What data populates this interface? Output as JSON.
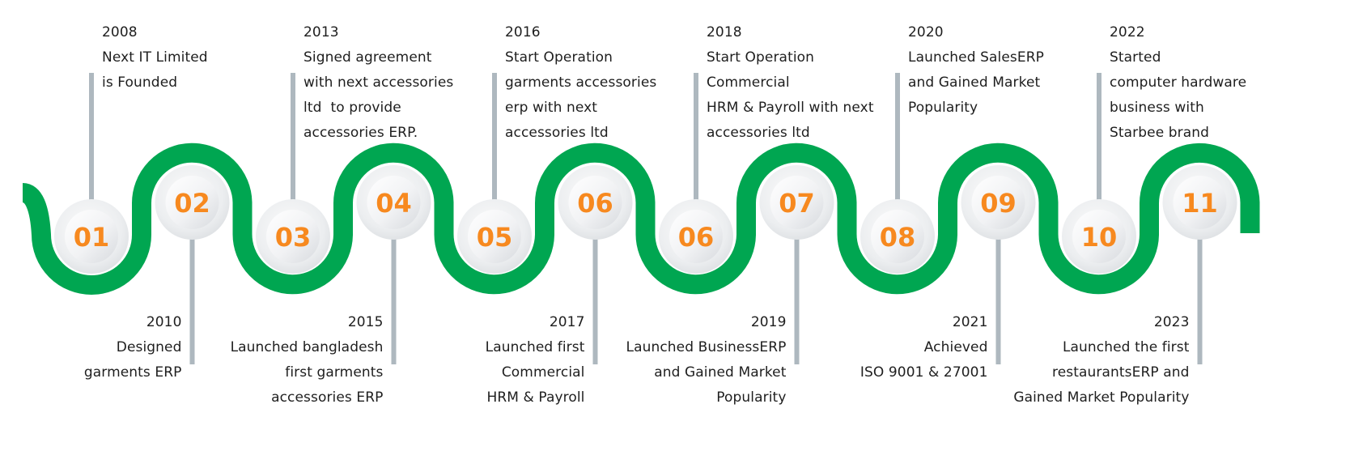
{
  "colors": {
    "path": "#00a651",
    "stem": "#aeb8bf",
    "number": "#f7891f",
    "text": "#1e1e1e"
  },
  "milestones": [
    {
      "number": "01",
      "position": "top",
      "year": "2008",
      "lines": [
        "Next IT Limited",
        "is Founded"
      ]
    },
    {
      "number": "02",
      "position": "bottom",
      "year": "2010",
      "lines": [
        "Designed",
        "garments ERP"
      ]
    },
    {
      "number": "03",
      "position": "top",
      "year": "2013",
      "lines": [
        "Signed agreement",
        "with next accessories",
        "ltd  to provide",
        "accessories ERP."
      ]
    },
    {
      "number": "04",
      "position": "bottom",
      "year": "2015",
      "lines": [
        "Launched bangladesh",
        "first garments",
        "accessories ERP"
      ]
    },
    {
      "number": "05",
      "position": "top",
      "year": "2016",
      "lines": [
        "Start Operation",
        "garments accessories",
        "erp with next",
        "accessories ltd"
      ]
    },
    {
      "number": "06",
      "position": "bottom",
      "year": "2017",
      "lines": [
        "Launched first",
        "Commercial",
        "HRM & Payroll"
      ]
    },
    {
      "number": "06",
      "position": "top",
      "year": "2018",
      "lines": [
        "Start Operation",
        "Commercial",
        "HRM & Payroll with next",
        "accessories ltd"
      ]
    },
    {
      "number": "07",
      "position": "bottom",
      "year": "2019",
      "lines": [
        "Launched BusinessERP",
        "and Gained Market",
        "Popularity"
      ]
    },
    {
      "number": "08",
      "position": "top",
      "year": "2020",
      "lines": [
        "Launched SalesERP",
        "and Gained Market",
        "Popularity"
      ]
    },
    {
      "number": "09",
      "position": "bottom",
      "year": "2021",
      "lines": [
        "Achieved",
        "ISO 9001 & 27001"
      ]
    },
    {
      "number": "10",
      "position": "top",
      "year": "2022",
      "lines": [
        "Started",
        "computer hardware",
        "business with",
        "Starbee brand"
      ]
    },
    {
      "number": "11",
      "position": "bottom",
      "year": "2023",
      "lines": [
        "Launched the first",
        "restaurantsERP and",
        "Gained Market Popularity"
      ]
    }
  ]
}
